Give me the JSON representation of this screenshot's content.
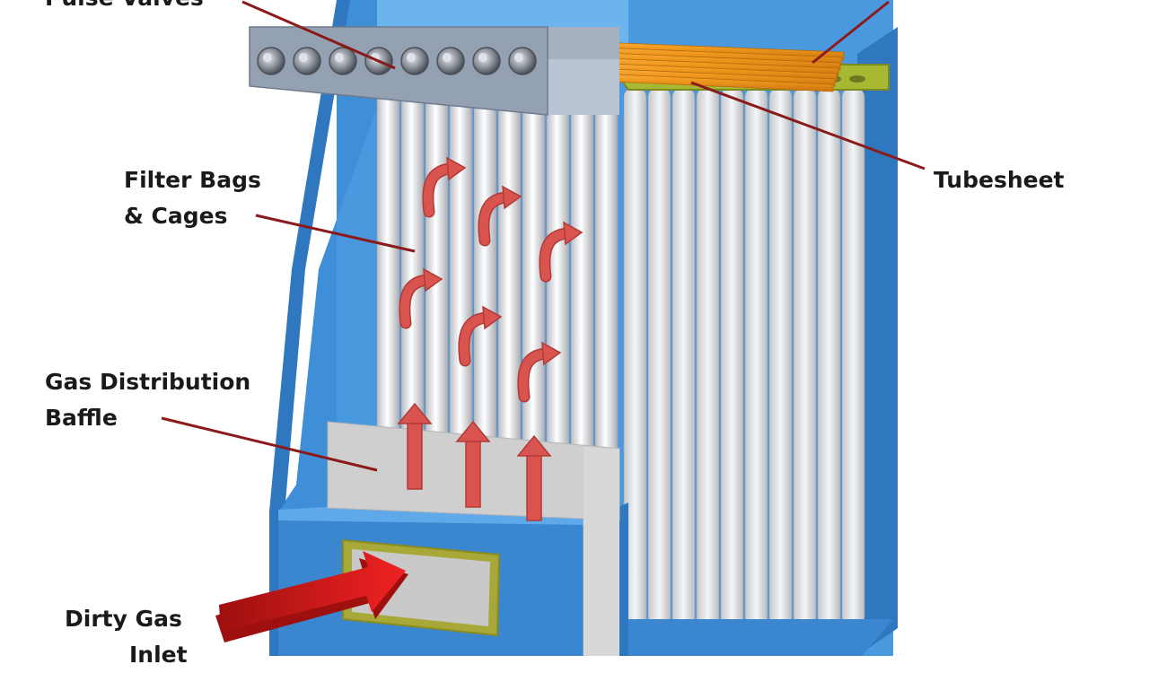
{
  "diagram": {
    "labels": {
      "pulse_valves": "Pulse Valves",
      "filter_bags_line1": "Filter Bags",
      "filter_bags_line2": "& Cages",
      "tubesheet": "Tubesheet",
      "gas_distribution_line1": "Gas Distribution",
      "gas_distribution_line2": "Baffle",
      "dirty_gas_line1": "Dirty Gas",
      "dirty_gas_line2": "Inlet"
    },
    "pulse_valve_count": 8,
    "colors": {
      "housing_blue": "#3f8fd8",
      "housing_dark": "#2f78bf",
      "housing_light": "#6cb4ee",
      "header_gray": "#8f9cad",
      "blowpipe_orange": "#f29a1e",
      "tubesheet_green": "#a7b832",
      "baffle_gray": "#cfcfcf",
      "flow_arrow": "#d9534f",
      "inlet_arrow": "#e01a1a",
      "inlet_frame": "#a8a838",
      "leader_line": "#8b1a1a"
    }
  }
}
